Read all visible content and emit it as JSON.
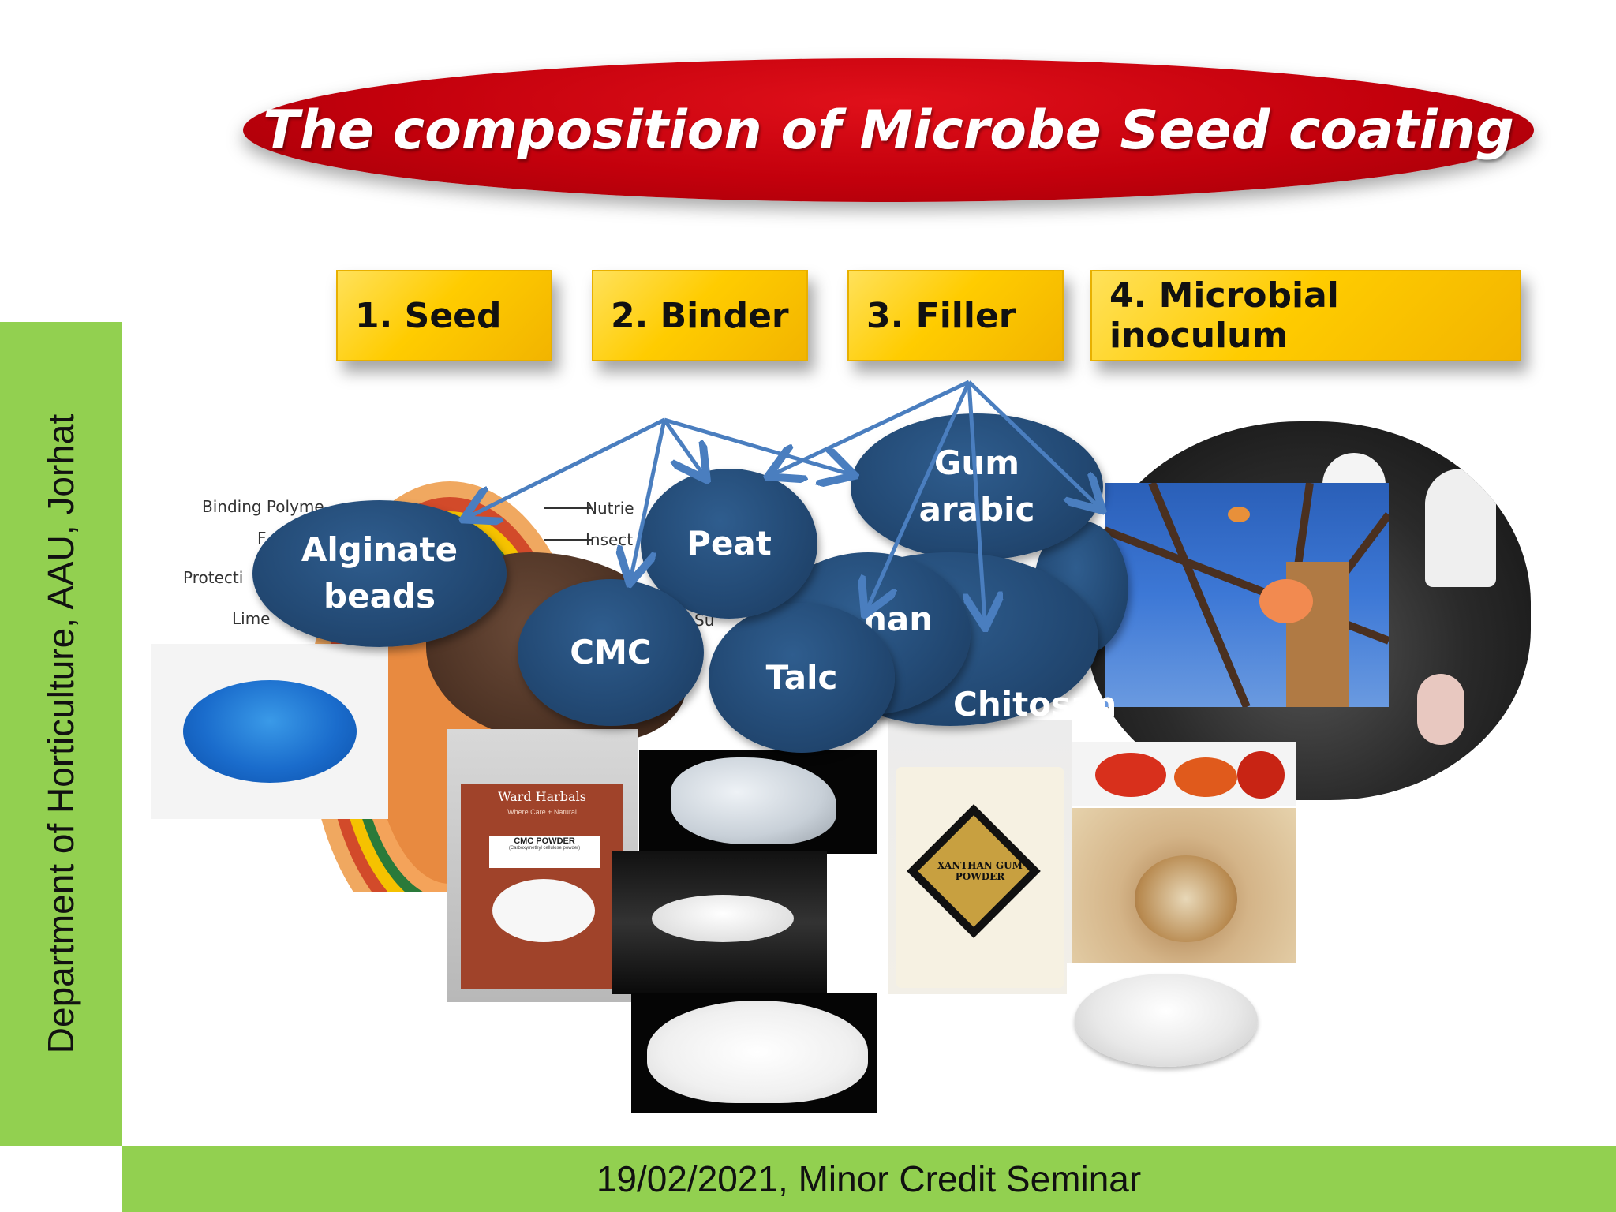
{
  "title": "The composition of Microbe Seed coating",
  "components": [
    "1. Seed",
    "2. Binder",
    "3. Filler",
    "4. Microbial inoculum"
  ],
  "ovals": {
    "alginate": "Alginate beads",
    "peat": "Peat",
    "gum_arabic": "Gum arabic",
    "cmc": "CMC",
    "xanthan_partial": "han",
    "talc": "Talc",
    "chitosan": "Chitosan"
  },
  "diagram_labels": {
    "binding": "Binding Polyme",
    "protective": "Protecti",
    "lime": "Lime",
    "nutrie": "Nutrie",
    "insect": "Insect",
    "f": "F",
    "su": "Su"
  },
  "packages": {
    "cmc_brand": "Ward Harbals",
    "cmc_tagline": "Where Care + Natural",
    "cmc_label": "CMC POWDER",
    "cmc_sub": "(Carboxymethyl cellulose powder)",
    "xanthan_label": "XANTHAN GUM POWDER"
  },
  "side_text": "Department of Horticulture, AAU, Jorhat",
  "footer_text": "19/02/2021, Minor Credit Seminar",
  "colors": {
    "title_red": "#c3000c",
    "box_yellow": "#ffcc00",
    "band_green": "#92d050",
    "oval_blue": "#234a75",
    "arrow_blue": "#4a7ebf"
  }
}
